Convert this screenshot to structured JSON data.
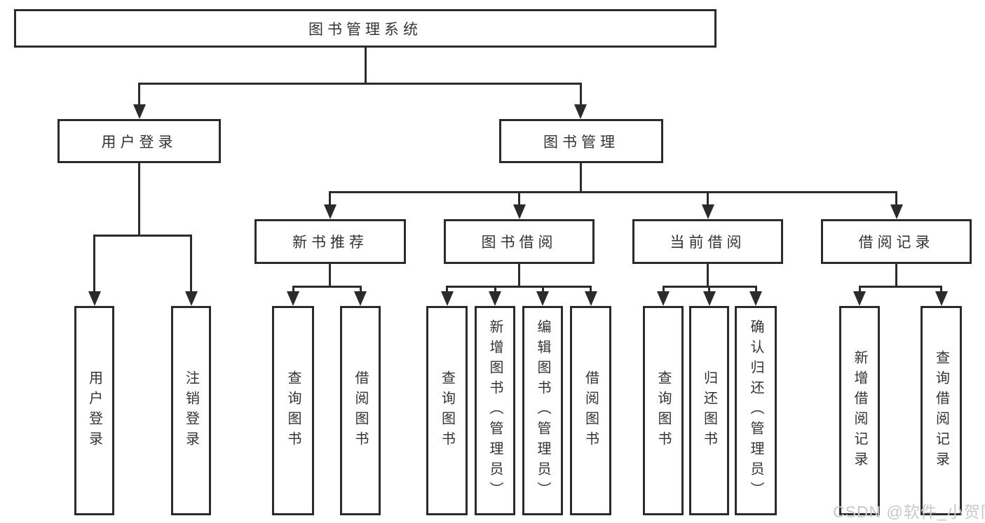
{
  "watermark": "CSDN @软件_小贺同学",
  "colors": {
    "line": "#2b2b2b",
    "text": "#333333",
    "background": "#ffffff",
    "watermark": "#c8c8c8"
  },
  "tree": {
    "root": {
      "label": "图书管理系统"
    },
    "branches": [
      {
        "label": "用户登录",
        "children": [
          {
            "label": "用户登录"
          },
          {
            "label": "注销登录"
          }
        ]
      },
      {
        "label": "图书管理",
        "children": [
          {
            "label": "新书推荐",
            "children": [
              {
                "label": "查询图书"
              },
              {
                "label": "借阅图书"
              }
            ]
          },
          {
            "label": "图书借阅",
            "children": [
              {
                "label": "查询图书"
              },
              {
                "label": "新增图书（管理员）"
              },
              {
                "label": "编辑图书（管理员）"
              },
              {
                "label": "借阅图书"
              }
            ]
          },
          {
            "label": "当前借阅",
            "children": [
              {
                "label": "查询图书"
              },
              {
                "label": "归还图书"
              },
              {
                "label": "确认归还（管理员）"
              }
            ]
          },
          {
            "label": "借阅记录",
            "children": [
              {
                "label": "新增借阅记录"
              },
              {
                "label": "查询借阅记录"
              }
            ]
          }
        ]
      }
    ]
  }
}
